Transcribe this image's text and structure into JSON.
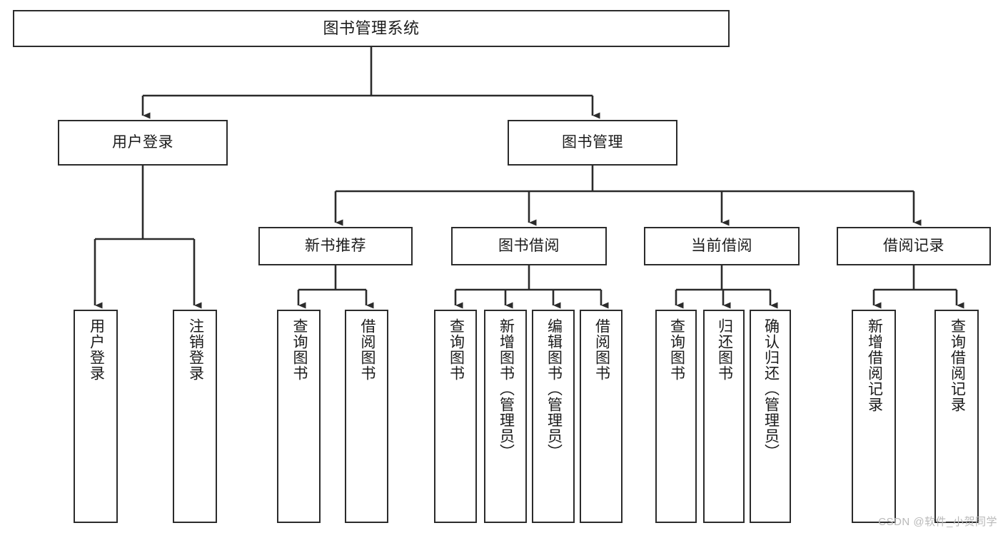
{
  "diagram": {
    "type": "tree-hierarchy",
    "title": "图书管理系统",
    "colors": {
      "background": "#ffffff",
      "box_border": "#2b2b2b",
      "box_fill": "#ffffff",
      "connector": "#2b2b2b",
      "text": "#1b1b1b",
      "watermark": "#b9b9b9"
    },
    "root": {
      "label": "图书管理系统"
    },
    "level2": [
      {
        "key": "user_login",
        "label": "用户登录"
      },
      {
        "key": "book_manage",
        "label": "图书管理"
      }
    ],
    "level3": [
      {
        "key": "new_book_rec",
        "label": "新书推荐"
      },
      {
        "key": "book_borrow",
        "label": "图书借阅"
      },
      {
        "key": "current_borrow",
        "label": "当前借阅"
      },
      {
        "key": "borrow_record",
        "label": "借阅记录"
      }
    ],
    "leaves": {
      "user_login": [
        {
          "key": "leaf-user-login",
          "label": "用户登录"
        },
        {
          "key": "leaf-logout-login",
          "label": "注销登录"
        }
      ],
      "new_book_rec": [
        {
          "key": "leaf-query-book-1",
          "label": "查询图书"
        },
        {
          "key": "leaf-borrow-book-1",
          "label": "借阅图书"
        }
      ],
      "book_borrow": [
        {
          "key": "leaf-query-book-2",
          "label": "查询图书"
        },
        {
          "key": "leaf-add-book",
          "label": "新增图书（管理员）"
        },
        {
          "key": "leaf-edit-book",
          "label": "编辑图书（管理员）"
        },
        {
          "key": "leaf-borrow-book-2",
          "label": "借阅图书"
        }
      ],
      "current_borrow": [
        {
          "key": "leaf-query-book-3",
          "label": "查询图书"
        },
        {
          "key": "leaf-return-book",
          "label": "归还图书"
        },
        {
          "key": "leaf-confirm-return",
          "label": "确认归还（管理员）"
        }
      ],
      "borrow_record": [
        {
          "key": "leaf-add-record",
          "label": "新增借阅记录"
        },
        {
          "key": "leaf-query-record",
          "label": "查询借阅记录"
        }
      ]
    }
  },
  "watermark": {
    "text": "CSDN @软件_小贺同学"
  }
}
